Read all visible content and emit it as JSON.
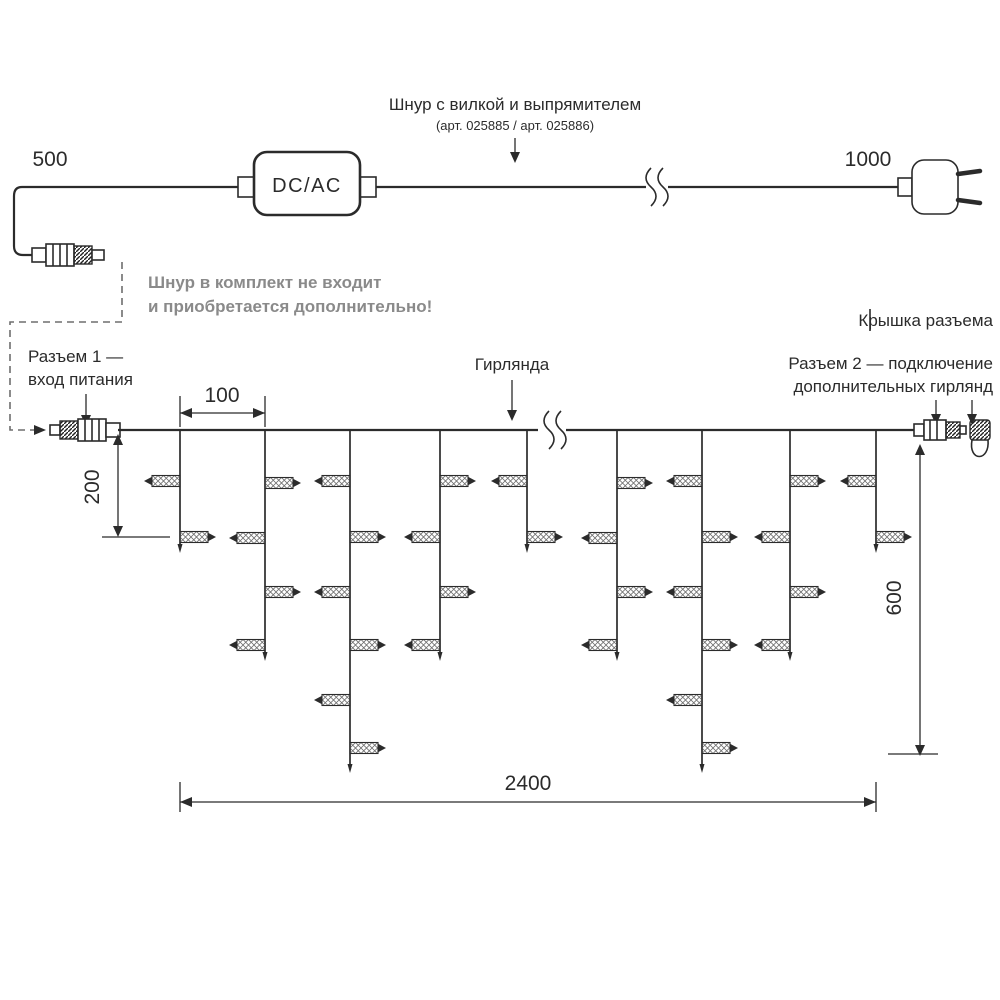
{
  "cord": {
    "title": "Шнур с вилкой и выпрямителем",
    "subtitle": "(арт. 025885 / арт. 025886)",
    "adapter_label": "DC/AC",
    "dim_left": "500",
    "dim_right": "1000"
  },
  "note": {
    "line1": "Шнур в комплект не входит",
    "line2": "и приобретается дополнительно!"
  },
  "garland": {
    "label": "Гирлянда",
    "connector1_line1": "Разъем 1 —",
    "connector1_line2": "вход питания",
    "connector2_line1": "Разъем 2 — подключение",
    "connector2_line2": "дополнительных гирлянд",
    "cap_label": "Крышка разъема",
    "dim_spacing": "100",
    "dim_short_drop": "200",
    "dim_long_drop": "600",
    "dim_length": "2400"
  },
  "colors": {
    "line": "#2b2b2b",
    "muted": "#8a8a8a"
  }
}
